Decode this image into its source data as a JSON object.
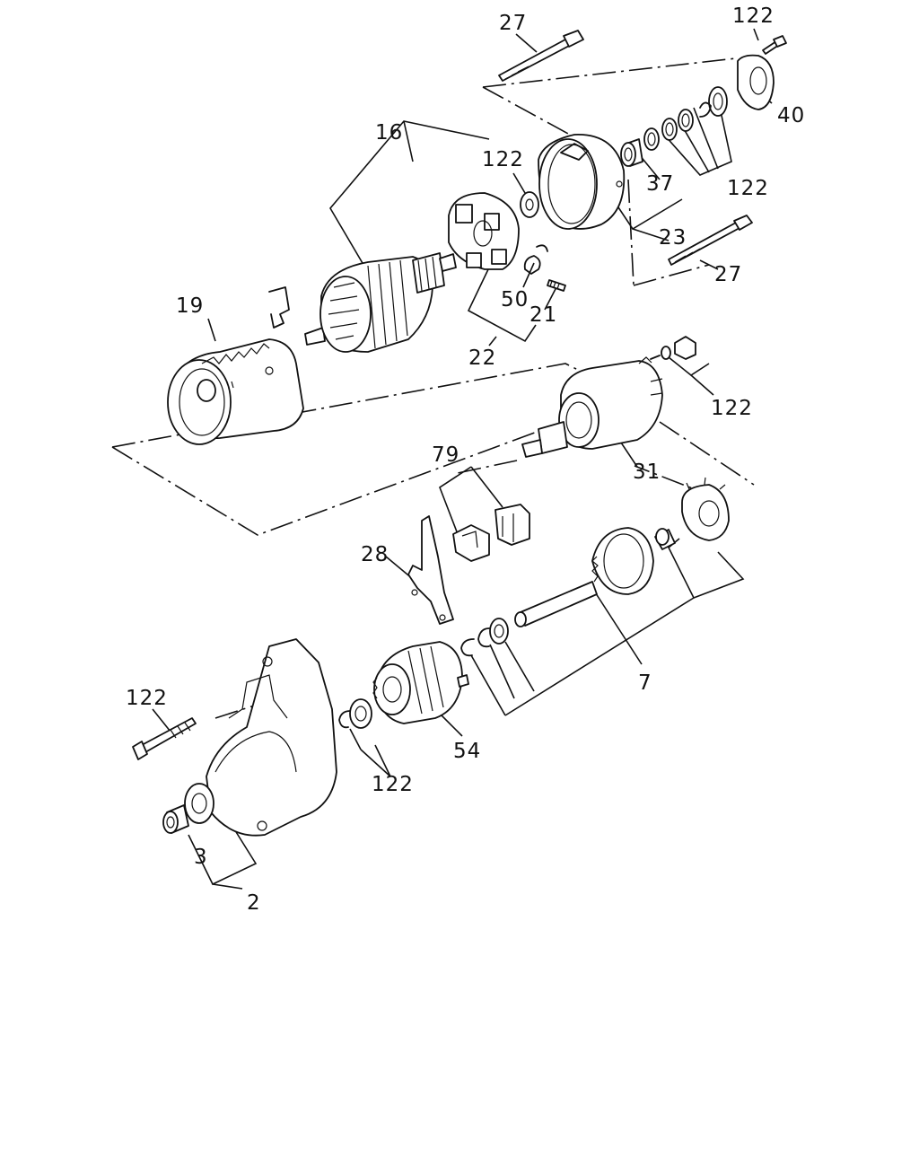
{
  "diagram": {
    "callouts": {
      "c27_top": "27",
      "c122_topright": "122",
      "c40": "40",
      "c16": "16",
      "c122_brushplate": "122",
      "c37": "37",
      "c122_washers": "122",
      "c23": "23",
      "c27_right": "27",
      "c19": "19",
      "c50": "50",
      "c21": "21",
      "c22": "22",
      "c122_nut": "122",
      "c79": "79",
      "c31": "31",
      "c28": "28",
      "c7": "7",
      "c122_left": "122",
      "c54": "54",
      "c122_ring": "122",
      "c3": "3",
      "c2": "2"
    }
  }
}
